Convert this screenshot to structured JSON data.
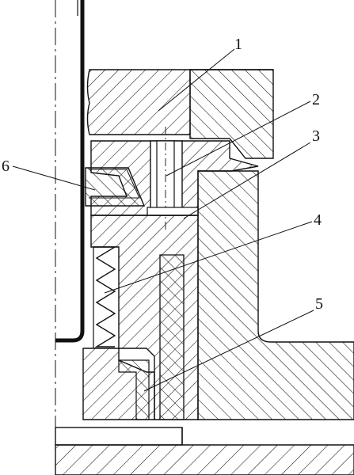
{
  "diagram": {
    "callouts": [
      {
        "id": "1",
        "label": "1"
      },
      {
        "id": "2",
        "label": "2"
      },
      {
        "id": "3",
        "label": "3"
      },
      {
        "id": "4",
        "label": "4"
      },
      {
        "id": "5",
        "label": "5"
      },
      {
        "id": "6",
        "label": "6"
      }
    ],
    "colors": {
      "stroke": "#111111",
      "hatch": "#111111",
      "background": "#ffffff"
    }
  }
}
